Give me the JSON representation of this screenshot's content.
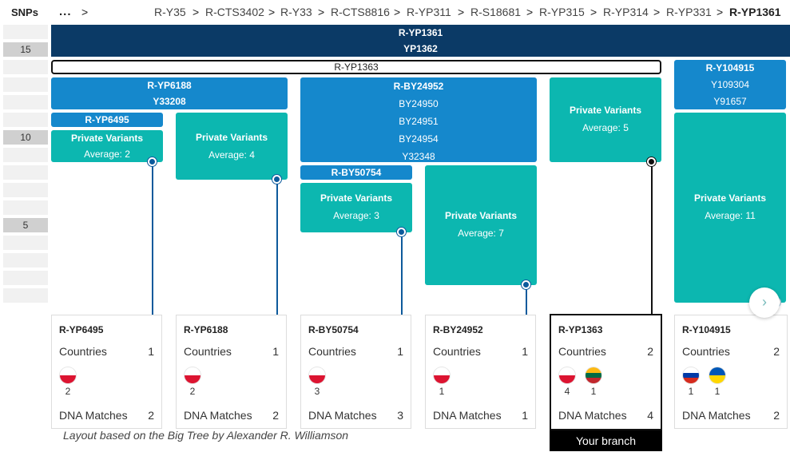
{
  "header": {
    "snps_label": "SNPs",
    "ellipsis": "...",
    "separator": ">",
    "breadcrumbs": [
      "R-Y35",
      "R-CTS3402",
      "R-Y33",
      "R-CTS8816",
      "R-YP311",
      "R-S18681",
      "R-YP315",
      "R-YP314",
      "R-YP331",
      "R-YP1361"
    ]
  },
  "snp_scale": {
    "labels": [
      "15",
      "10",
      "5"
    ]
  },
  "tree": {
    "root": {
      "lines": [
        "R-YP1361",
        "YP1362"
      ]
    },
    "parent": {
      "label": "R-YP1363"
    },
    "nodes": {
      "yp6188": {
        "lines": [
          "R-YP6188",
          "Y33208"
        ]
      },
      "yp6495": {
        "label": "R-YP6495"
      },
      "by24952": {
        "lines": [
          "R-BY24952",
          "BY24950",
          "BY24951",
          "BY24954",
          "Y32348"
        ]
      },
      "by50754": {
        "label": "R-BY50754"
      },
      "y104915": {
        "lines": [
          "R-Y104915",
          "Y109304",
          "Y91657"
        ]
      }
    },
    "private_variants": [
      {
        "title": "Private Variants",
        "average": "Average: 2"
      },
      {
        "title": "Private Variants",
        "average": "Average: 4"
      },
      {
        "title": "Private Variants",
        "average": "Average: 3"
      },
      {
        "title": "Private Variants",
        "average": "Average: 7"
      },
      {
        "title": "Private Variants",
        "average": "Average: 5"
      },
      {
        "title": "Private Variants",
        "average": "Average: 11"
      }
    ]
  },
  "cards": [
    {
      "title": "R-YP6495",
      "countries_label": "Countries",
      "countries": "1",
      "flags": [
        {
          "name": "poland-flag",
          "count": "2"
        }
      ],
      "matches_label": "DNA Matches",
      "matches": "2"
    },
    {
      "title": "R-YP6188",
      "countries_label": "Countries",
      "countries": "1",
      "flags": [
        {
          "name": "poland-flag",
          "count": "2"
        }
      ],
      "matches_label": "DNA Matches",
      "matches": "2"
    },
    {
      "title": "R-BY50754",
      "countries_label": "Countries",
      "countries": "1",
      "flags": [
        {
          "name": "poland-flag",
          "count": "3"
        }
      ],
      "matches_label": "DNA Matches",
      "matches": "3"
    },
    {
      "title": "R-BY24952",
      "countries_label": "Countries",
      "countries": "1",
      "flags": [
        {
          "name": "poland-flag",
          "count": "1"
        }
      ],
      "matches_label": "DNA Matches",
      "matches": "1"
    },
    {
      "title": "R-YP1363",
      "countries_label": "Countries",
      "countries": "2",
      "flags": [
        {
          "name": "poland-flag",
          "count": "4"
        },
        {
          "name": "lithuania-flag",
          "count": "1"
        }
      ],
      "matches_label": "DNA Matches",
      "matches": "4",
      "badge": "Your branch"
    },
    {
      "title": "R-Y104915",
      "countries_label": "Countries",
      "countries": "2",
      "flags": [
        {
          "name": "russia-flag",
          "count": "1"
        },
        {
          "name": "ukraine-flag",
          "count": "1"
        }
      ],
      "matches_label": "DNA Matches",
      "matches": "2"
    }
  ],
  "footnote": "Layout based on the Big Tree by Alexander R. Williamson",
  "next_button": {
    "icon": "chevron-right-icon",
    "glyph": "›"
  },
  "colors": {
    "dark_navy": "#0b3a66",
    "blue": "#1588cc",
    "teal": "#0cb7b0",
    "connector": "#0d5a9c"
  }
}
